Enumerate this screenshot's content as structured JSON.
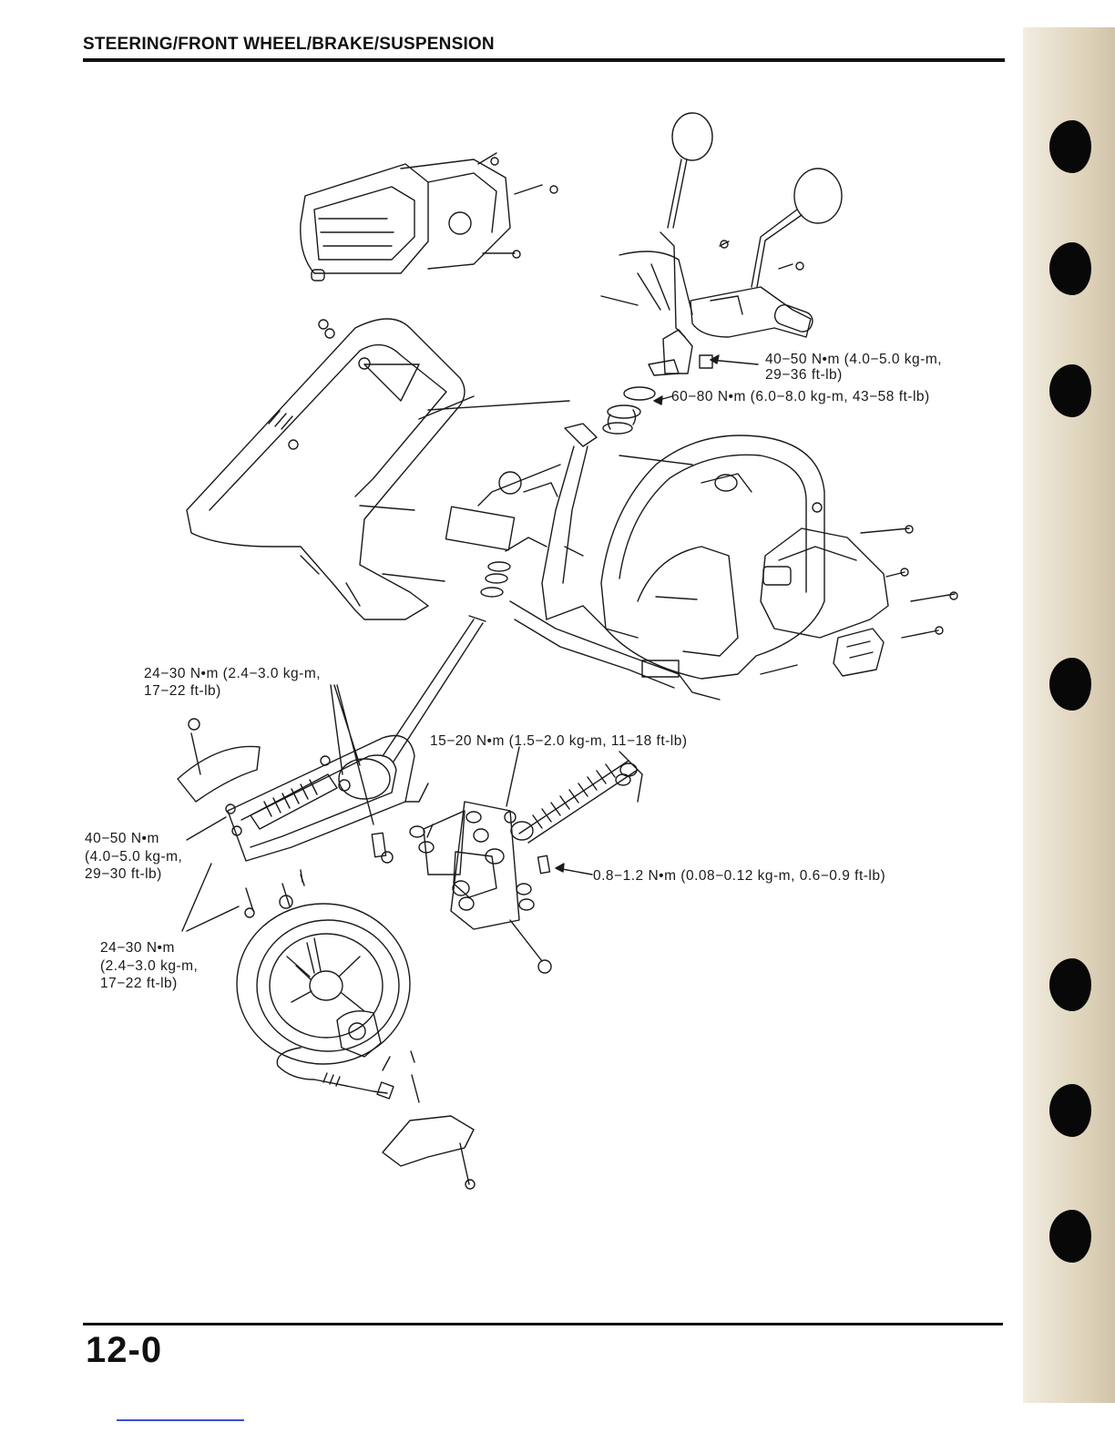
{
  "header": {
    "title": "STEERING/FRONT WHEEL/BRAKE/SUSPENSION"
  },
  "page_number": "12-0",
  "torque_labels": {
    "stem_nut_line1": "40−50 N•m (4.0−5.0 kg-m,",
    "stem_nut_line2": "29−36 ft-lb)",
    "steering_race": "60−80 N•m (6.0−8.0 kg-m, 43−58 ft-lb)",
    "left_top_line1": "24−30 N•m (2.4−3.0 kg-m,",
    "left_top_line2": "17−22 ft-lb)",
    "shock_mount": "15−20 N•m (1.5−2.0 kg-m, 11−18 ft-lb)",
    "left_mid_line1": "40−50 N•m",
    "left_mid_line2": "(4.0−5.0 kg-m,",
    "left_mid_line3": "29−30 ft-lb)",
    "link_bolt": "0.8−1.2 N•m (0.08−0.12 kg-m, 0.6−0.9 ft-lb)",
    "left_bot_line1": "24−30 N•m",
    "left_bot_line2": "(2.4−3.0 kg-m,",
    "left_bot_line3": "17−22 ft-lb)"
  },
  "colors": {
    "ink": "#1a1a1a",
    "paper": "#ffffff",
    "binder_strip": "#e3dac4",
    "punch_hole": "#080808"
  }
}
